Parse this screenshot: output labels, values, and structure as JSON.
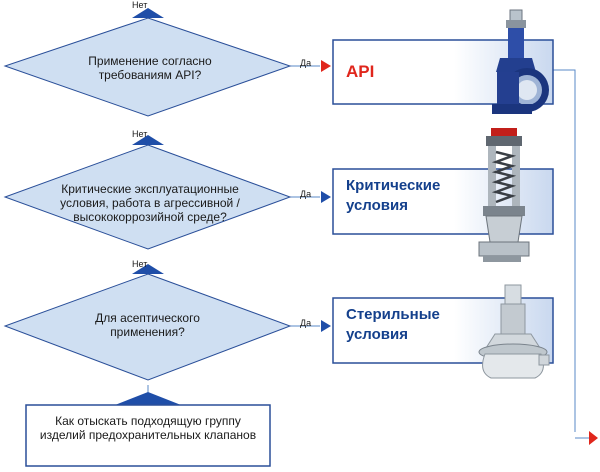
{
  "decisions": [
    {
      "question": "Применение согласно требованиям API?",
      "no_label": "Нет",
      "yes_label": "Да"
    },
    {
      "question": "Критические эксплуатационные условия, работа в агрессивной / высококоррозийной среде?",
      "no_label": "Нет",
      "yes_label": "Да"
    },
    {
      "question": "Для асептического применения?",
      "no_label": "Нет",
      "yes_label": "Да"
    }
  ],
  "results": [
    {
      "label": "API"
    },
    {
      "label": "Критические условия"
    },
    {
      "label": "Стерильные условия"
    }
  ],
  "start_box": {
    "text": "Как отыскать подходящую группу изделий предохранительных клапанов"
  },
  "colors": {
    "diamond_fill": "#cfdff2",
    "diamond_stroke": "#2a4f99",
    "arrow_blue": "#1f4ea8",
    "arrow_red": "#e0261c",
    "result_text": "#14408c",
    "line": "#5a88c7"
  }
}
